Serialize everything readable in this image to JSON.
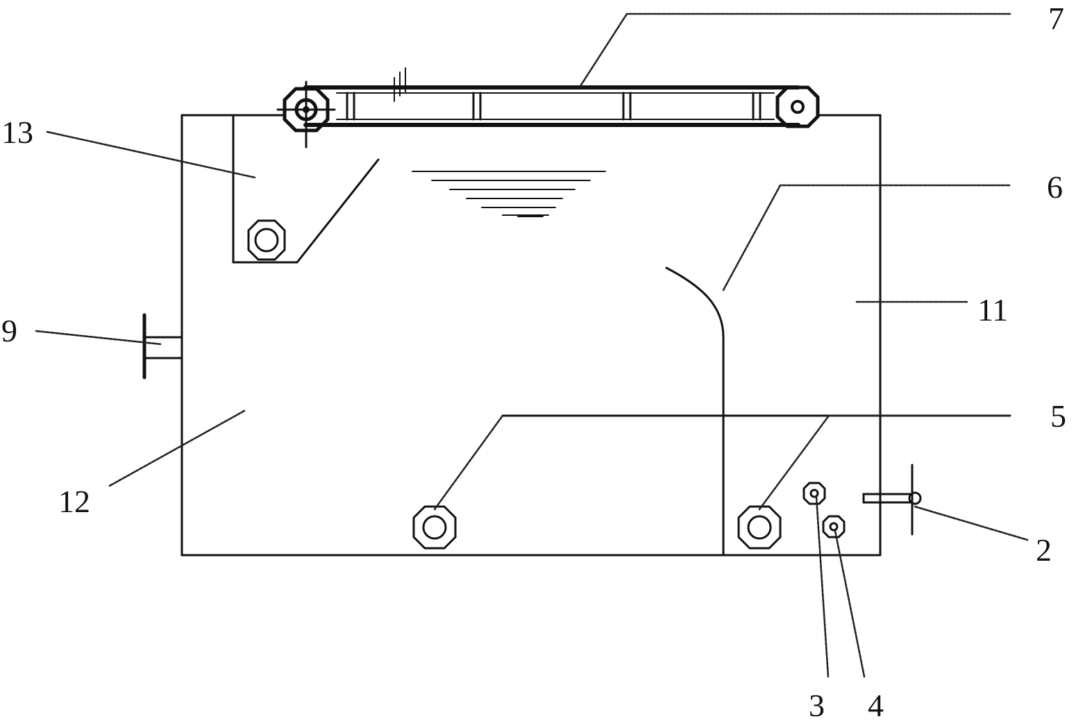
{
  "diagram": {
    "labels": {
      "l7": "7",
      "l13": "13",
      "l6": "6",
      "l11": "11",
      "l9": "9",
      "l5": "5",
      "l12": "12",
      "l2": "2",
      "l3": "3",
      "l4": "4"
    }
  }
}
